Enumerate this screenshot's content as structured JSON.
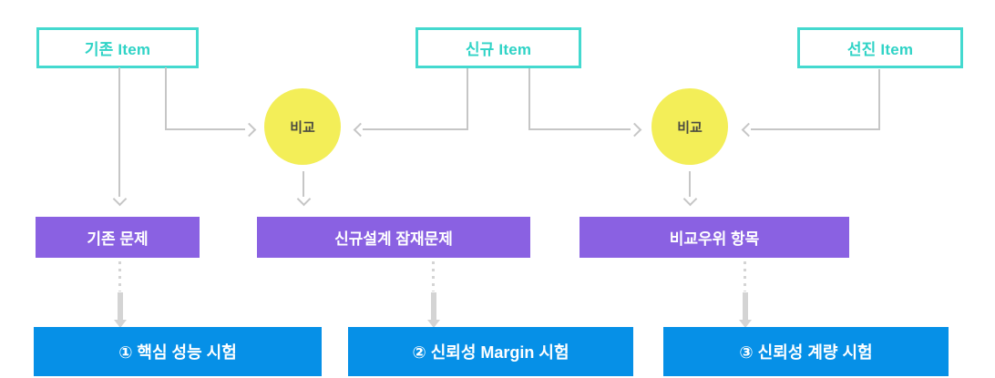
{
  "diagram": {
    "top_boxes": [
      {
        "label": "기존 Item"
      },
      {
        "label": "신규 Item"
      },
      {
        "label": "선진 Item"
      }
    ],
    "circles": [
      {
        "label": "비교"
      },
      {
        "label": "비교"
      }
    ],
    "mid_boxes": [
      {
        "label": "기존 문제"
      },
      {
        "label": "신규설계 잠재문제"
      },
      {
        "label": "비교우위 항목"
      }
    ],
    "bottom_boxes": [
      {
        "label": "① 핵심 성능 시험"
      },
      {
        "label": "② 신뢰성 Margin 시험"
      },
      {
        "label": "③ 신뢰성 계량 시험"
      }
    ],
    "colors": {
      "teal_border": "#44d9cf",
      "teal_text": "#2fd3c6",
      "yellow_circle": "#f3ee58",
      "circle_text": "#4c4c41",
      "purple_box": "#8a61e2",
      "blue_box": "#0690e7",
      "box_text": "#ffffff",
      "connector_gray": "#c6c6c6",
      "thick_arrow_gray": "#d4d4d4",
      "background": "#ffffff"
    }
  }
}
